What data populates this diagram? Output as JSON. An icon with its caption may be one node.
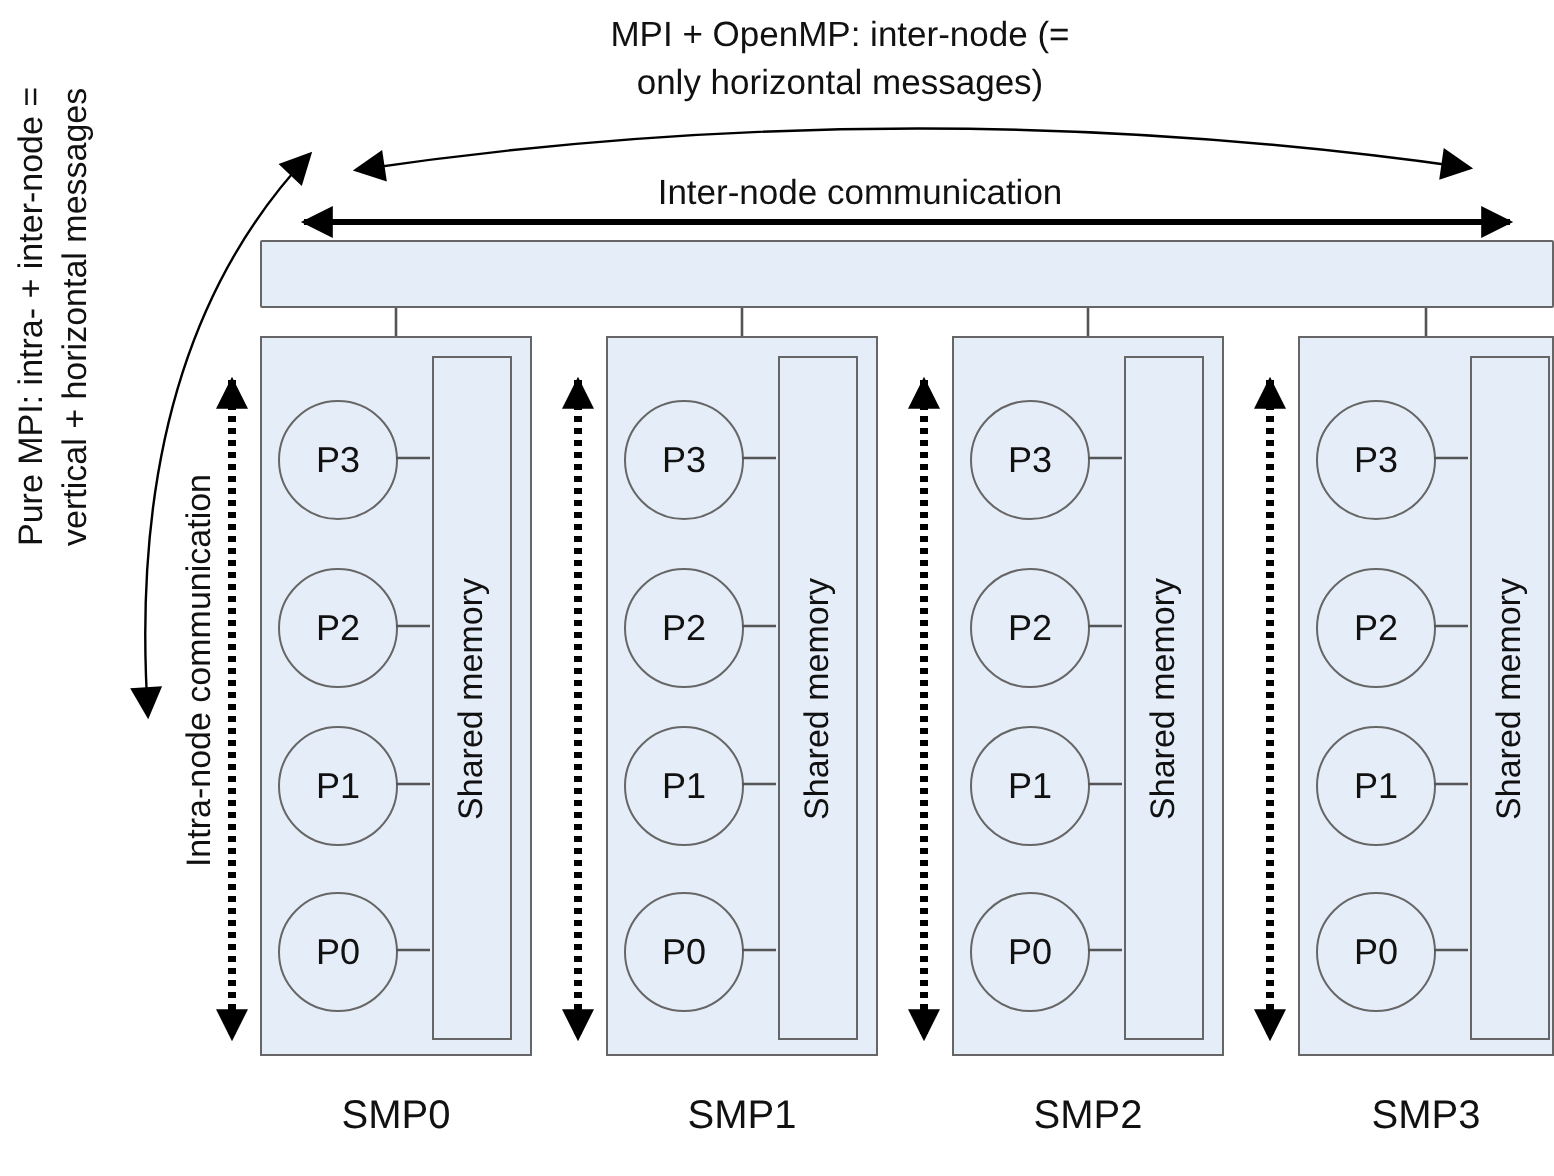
{
  "diagram": {
    "nodes": [
      {
        "text": [],
        "shape": "bar"
      },
      {
        "text": [],
        "shape": "box",
        "beside": [
          "SMP0"
        ]
      },
      {
        "text": [
          "P3"
        ],
        "in": 1
      },
      {
        "text": [
          "P2"
        ],
        "in": 1
      },
      {
        "text": [
          "P1"
        ],
        "in": 1
      },
      {
        "text": [
          "P0"
        ],
        "in": 1
      },
      {
        "text": [
          "Shared memory"
        ],
        "in": 1
      },
      {
        "text": [],
        "shape": "box",
        "beside": [
          "SMP1"
        ]
      },
      {
        "text": [
          "P3"
        ],
        "in": 7
      },
      {
        "text": [
          "P2"
        ],
        "in": 7
      },
      {
        "text": [
          "P1"
        ],
        "in": 7
      },
      {
        "text": [
          "P0"
        ],
        "in": 7
      },
      {
        "text": [
          "Shared memory"
        ],
        "in": 7
      },
      {
        "text": [],
        "shape": "box",
        "beside": [
          "SMP2"
        ]
      },
      {
        "text": [
          "P3"
        ],
        "in": 13
      },
      {
        "text": [
          "P2"
        ],
        "in": 13
      },
      {
        "text": [
          "P1"
        ],
        "in": 13
      },
      {
        "text": [
          "P0"
        ],
        "in": 13
      },
      {
        "text": [
          "Shared memory"
        ],
        "in": 13
      },
      {
        "text": [],
        "shape": "box",
        "beside": [
          "SMP3"
        ]
      },
      {
        "text": [
          "P3"
        ],
        "in": 19
      },
      {
        "text": [
          "P2"
        ],
        "in": 19
      },
      {
        "text": [
          "P1"
        ],
        "in": 19
      },
      {
        "text": [
          "P0"
        ],
        "in": 19
      },
      {
        "text": [
          "Shared memory"
        ],
        "in": 19
      }
    ],
    "edges": [
      {
        "from": 0,
        "to": 1,
        "arrow": "none"
      },
      {
        "from": 0,
        "to": 7,
        "arrow": "none"
      },
      {
        "from": 0,
        "to": 13,
        "arrow": "none"
      },
      {
        "from": 0,
        "to": 19,
        "arrow": "none"
      },
      {
        "from": 2,
        "to": 6,
        "arrow": "none"
      },
      {
        "from": 3,
        "to": 6,
        "arrow": "none"
      },
      {
        "from": 4,
        "to": 6,
        "arrow": "none"
      },
      {
        "from": 5,
        "to": 6,
        "arrow": "none"
      },
      {
        "from": 8,
        "to": 12,
        "arrow": "none"
      },
      {
        "from": 9,
        "to": 12,
        "arrow": "none"
      },
      {
        "from": 10,
        "to": 12,
        "arrow": "none"
      },
      {
        "from": 11,
        "to": 12,
        "arrow": "none"
      },
      {
        "from": 14,
        "to": 18,
        "arrow": "none"
      },
      {
        "from": 15,
        "to": 18,
        "arrow": "none"
      },
      {
        "from": 16,
        "to": 18,
        "arrow": "none"
      },
      {
        "from": 17,
        "to": 18,
        "arrow": "none"
      },
      {
        "from": 20,
        "to": 24,
        "arrow": "none"
      },
      {
        "from": 21,
        "to": 24,
        "arrow": "none"
      },
      {
        "from": 22,
        "to": 24,
        "arrow": "none"
      },
      {
        "from": 23,
        "to": 24,
        "arrow": "none"
      }
    ],
    "labels": [
      "MPI + OpenMP: inter-node (= only horizontal messages)",
      "Pure MPI: intra- + inter-node = vertical + horizontal messages",
      "Inter-node communication",
      "Intra-node communication"
    ]
  }
}
